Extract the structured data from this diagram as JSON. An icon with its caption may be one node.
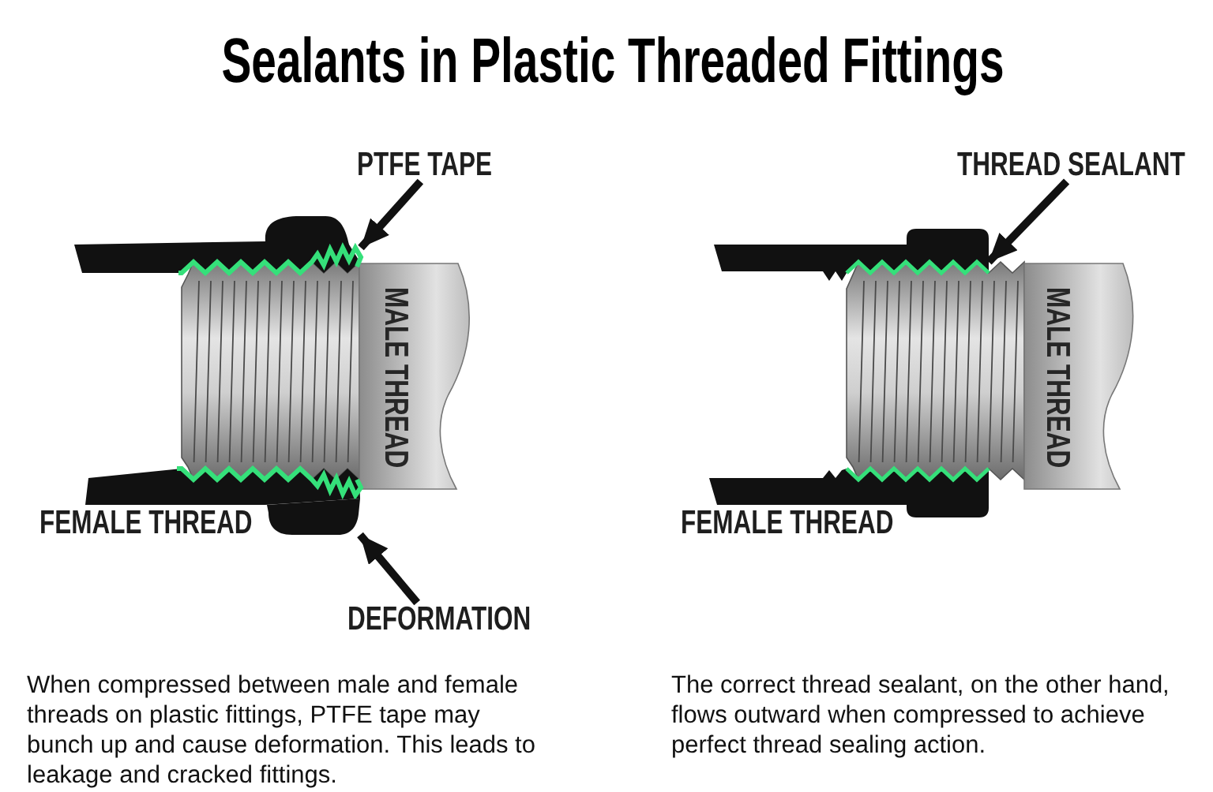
{
  "diagram": {
    "title": "Sealants in Plastic Threaded Fittings",
    "nodes": [
      {
        "text": [
          "PTFE TAPE"
        ]
      },
      {
        "text": [
          "THREAD SEALANT"
        ]
      },
      {
        "text": [],
        "shape": "picture"
      },
      {
        "text": [],
        "shape": "picture"
      },
      {
        "text": [],
        "shape": "picture"
      },
      {
        "text": [
          "DEFORMATION"
        ]
      }
    ],
    "edges": [
      {
        "from": 0,
        "to": 2,
        "arrow": "to"
      },
      {
        "from": 1,
        "to": 3,
        "arrow": "to"
      },
      {
        "from": 5,
        "to": 4,
        "arrow": "to"
      }
    ],
    "labels": [
      "MALE THREAD",
      "MALE THREAD",
      "FEMALE THREAD",
      "FEMALE THREAD",
      "When compressed between male and female threads on plastic fittings, PTFE tape may bunch up and cause deformation. This leads to leakage and cracked fittings.",
      "The correct thread sealant, on the other hand, flows outward when compressed to achieve perfect thread sealing action."
    ]
  }
}
